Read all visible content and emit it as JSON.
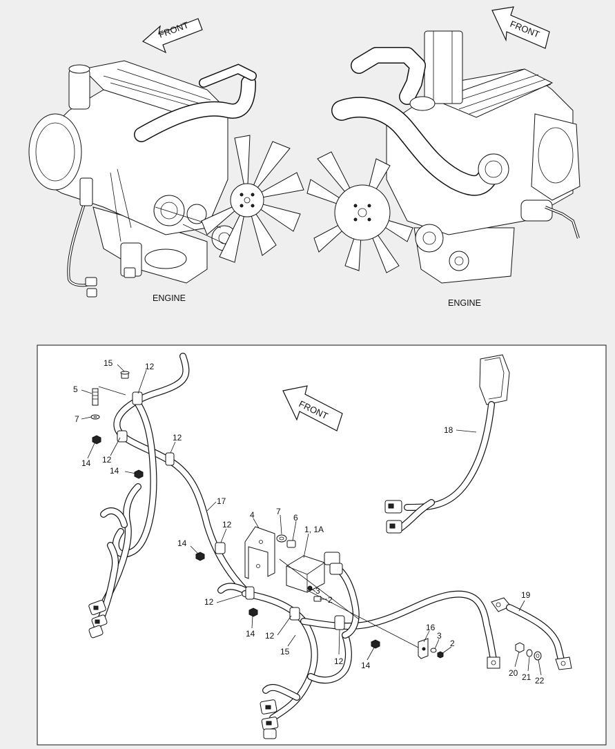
{
  "engine_views": [
    {
      "caption": "ENGINE",
      "front_label": "FRONT"
    },
    {
      "caption": "ENGINE",
      "front_label": "FRONT"
    }
  ],
  "detail": {
    "front_label": "FRONT",
    "callouts": [
      {
        "id": "c15a",
        "text": "15"
      },
      {
        "id": "c12a",
        "text": "12"
      },
      {
        "id": "c5",
        "text": "5"
      },
      {
        "id": "c7a",
        "text": "7"
      },
      {
        "id": "c14a",
        "text": "14"
      },
      {
        "id": "c12b",
        "text": "12"
      },
      {
        "id": "c12c",
        "text": "12"
      },
      {
        "id": "c14b",
        "text": "14"
      },
      {
        "id": "c17",
        "text": "17"
      },
      {
        "id": "c4",
        "text": "4"
      },
      {
        "id": "c7b",
        "text": "7"
      },
      {
        "id": "c6",
        "text": "6"
      },
      {
        "id": "c1",
        "text": "1, 1A"
      },
      {
        "id": "c14c",
        "text": "14"
      },
      {
        "id": "c12d",
        "text": "12"
      },
      {
        "id": "c3a",
        "text": "3"
      },
      {
        "id": "c2a",
        "text": "2"
      },
      {
        "id": "c12e",
        "text": "12"
      },
      {
        "id": "c14d",
        "text": "14"
      },
      {
        "id": "c12f",
        "text": "12"
      },
      {
        "id": "c15b",
        "text": "15"
      },
      {
        "id": "c12g",
        "text": "12"
      },
      {
        "id": "c14e",
        "text": "14"
      },
      {
        "id": "c16",
        "text": "16"
      },
      {
        "id": "c3b",
        "text": "3"
      },
      {
        "id": "c2b",
        "text": "2"
      },
      {
        "id": "c18",
        "text": "18"
      },
      {
        "id": "c19",
        "text": "19"
      },
      {
        "id": "c20",
        "text": "20"
      },
      {
        "id": "c21",
        "text": "21"
      },
      {
        "id": "c22",
        "text": "22"
      }
    ]
  }
}
